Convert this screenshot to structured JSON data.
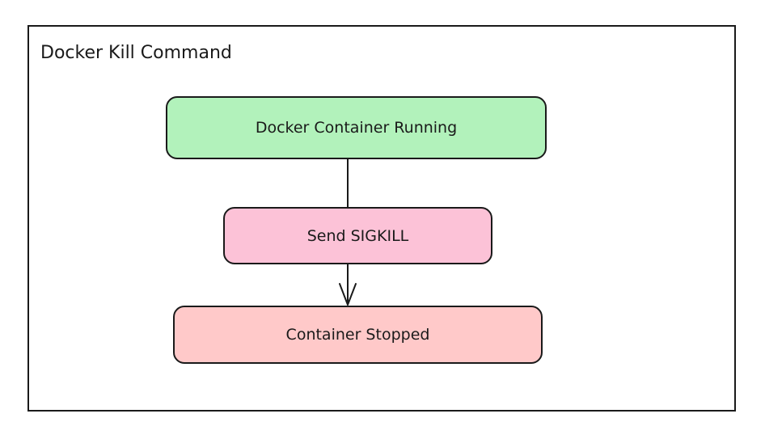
{
  "diagram": {
    "title": "Docker Kill Command",
    "nodes": [
      {
        "id": "running",
        "label": "Docker Container Running",
        "fill": "#b2f2bb"
      },
      {
        "id": "sigkill",
        "label": "Send SIGKILL",
        "fill": "#fcc2d7"
      },
      {
        "id": "stopped",
        "label": "Container Stopped",
        "fill": "#ffc9c9"
      }
    ],
    "edges": [
      {
        "from": "running",
        "to": "sigkill",
        "arrow": false
      },
      {
        "from": "sigkill",
        "to": "stopped",
        "arrow": true
      }
    ],
    "stroke_color": "#1a1a1a"
  }
}
